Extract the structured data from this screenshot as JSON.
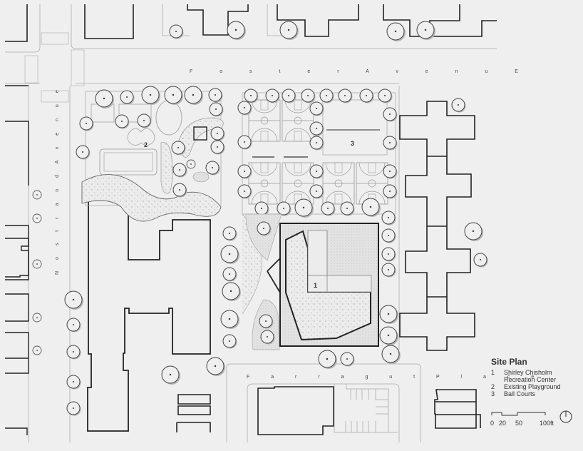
{
  "legend": {
    "title": "Site Plan",
    "items": [
      {
        "num": "1",
        "label": "Shirley Chisholm Recreation Center"
      },
      {
        "num": "2",
        "label": "Existing Playground"
      },
      {
        "num": "3",
        "label": "Ball Courts"
      }
    ]
  },
  "streets": {
    "foster": "F o s t e r   A v e n u E",
    "nostrand": "N o s t r a n d   A v e n u e",
    "farragut": "F a r r a g u t   P l a c e"
  },
  "area_labels": {
    "recreation_center": "1",
    "playground": "2",
    "ball_courts": "3"
  },
  "scale_bar": {
    "ticks": [
      "0",
      "20",
      "50",
      "100ft"
    ]
  },
  "north_arrow": "north-arrow-icon",
  "colors": {
    "background": "#efefef",
    "building_outline": "#222222",
    "light_line": "#aaaaaa",
    "tree_shadow": "#b5b5b5",
    "stipple": "#999999"
  }
}
